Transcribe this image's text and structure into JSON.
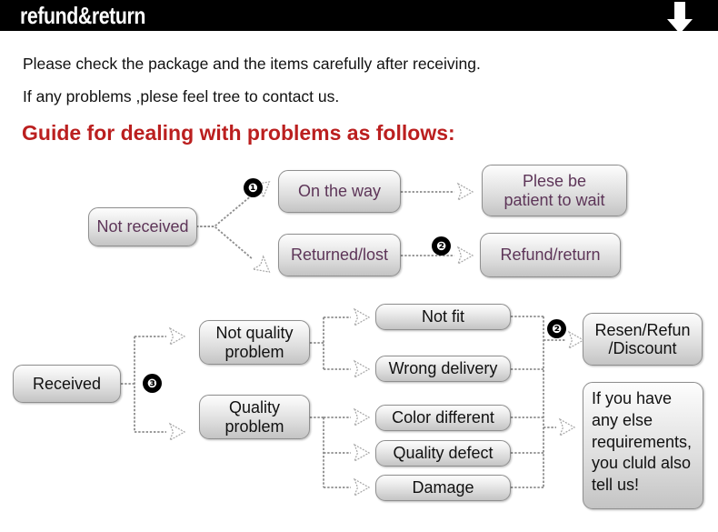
{
  "header": {
    "title": "refund&return",
    "arrow_icon": "down-arrow-icon"
  },
  "intro": {
    "line1": "Please check the package and the items carefully after receiving.",
    "line2": "If any problems ,plese feel tree to contact us.",
    "guide_heading": "Guide for dealing with problems as follows:"
  },
  "colors": {
    "header_bg": "#000000",
    "header_text": "#ffffff",
    "guide_red": "#bb1f1f",
    "plum_text": "#5d3558",
    "body_text": "#111111",
    "box_border": "#8f8f8f",
    "wire": "#9a9a9a",
    "badge_bg": "#000000"
  },
  "flow_not_received": {
    "source": "Not received",
    "branches": [
      {
        "badge": "❶",
        "mid": "On the way",
        "result": "Plese be\npatient to wait"
      },
      {
        "badge": "❷",
        "mid": "Returned/lost",
        "result": "Refund/return"
      }
    ],
    "box_on_the_way": "On the way",
    "box_returned_lost": "Returned/lost",
    "box_plese_be_patient": "Plese be patient to wait",
    "box_plese_be_patient_l1": "Plese be",
    "box_plese_be_patient_l2": "patient to wait",
    "box_refund_return": "Refund/return",
    "badge1": "❶",
    "badge2": "❷"
  },
  "flow_received": {
    "source": "Received",
    "badge3": "❸",
    "badge2": "❷",
    "category_not_quality_l1": "Not quality",
    "category_not_quality_l2": "problem",
    "category_quality_l1": "Quality",
    "category_quality_l2": "problem",
    "issues": [
      "Not fit",
      "Wrong delivery",
      "Color different",
      "Quality defect",
      "Damage"
    ],
    "outcome_resend_l1": "Resen/Refun",
    "outcome_resend_l2": "/Discount",
    "outcome_note_l1": "If you have",
    "outcome_note_l2": "any else",
    "outcome_note_l3": "requirements,",
    "outcome_note_l4": "you cluld also",
    "outcome_note_l5": "tell us!"
  }
}
